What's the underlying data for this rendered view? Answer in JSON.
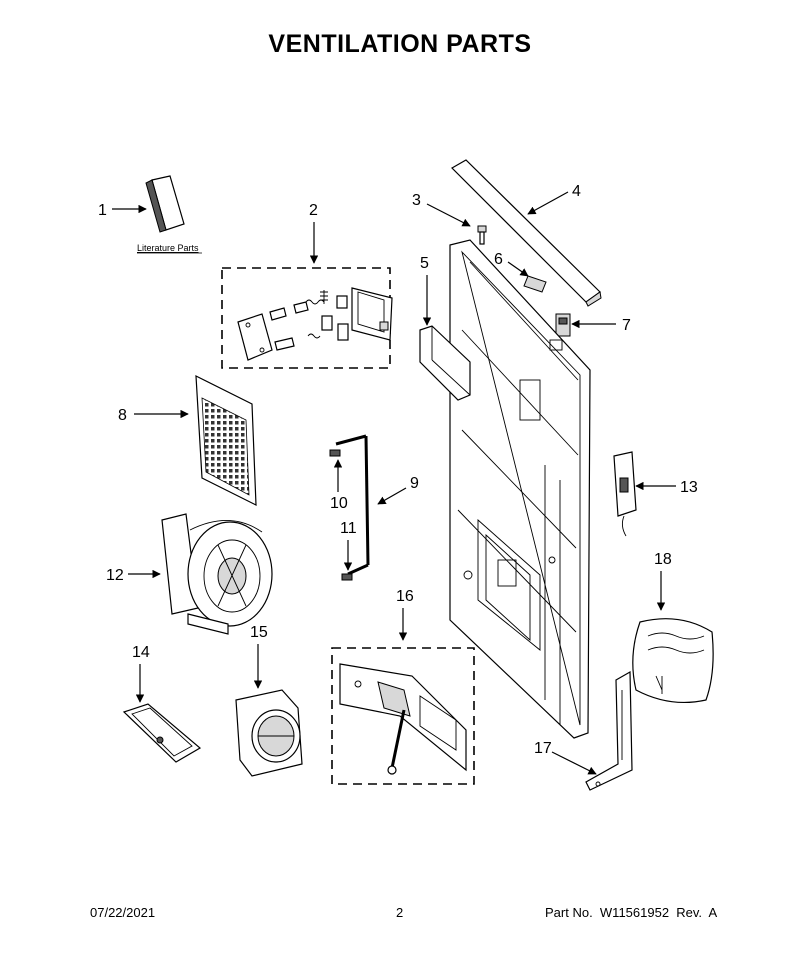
{
  "title": "VENTILATION PARTS",
  "literature_label": "Literature Parts",
  "callouts": [
    "1",
    "2",
    "3",
    "4",
    "5",
    "6",
    "7",
    "8",
    "9",
    "10",
    "11",
    "12",
    "13",
    "14",
    "15",
    "16",
    "17",
    "18"
  ],
  "footer": {
    "date": "07/22/2021",
    "page": "2",
    "part_number": "Part No.  W11561952  Rev.  A"
  }
}
